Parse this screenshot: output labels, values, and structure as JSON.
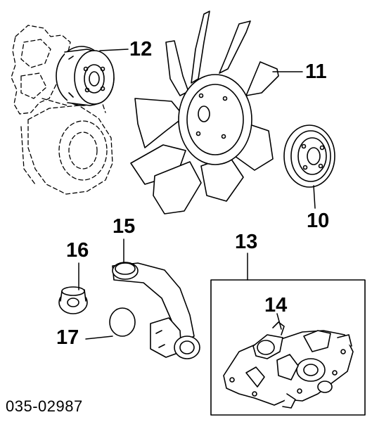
{
  "callouts": {
    "c10": "10",
    "c11": "11",
    "c12": "12",
    "c13": "13",
    "c14": "14",
    "c15": "15",
    "c16": "16",
    "c17": "17"
  },
  "figure_code": "035-02987"
}
